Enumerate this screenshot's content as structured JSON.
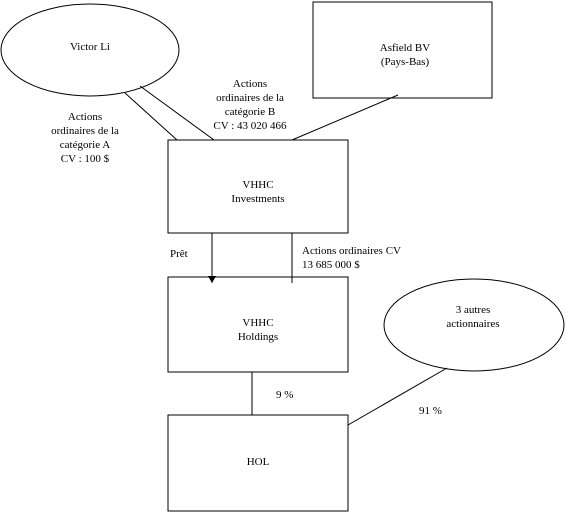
{
  "nodes": {
    "victor_li": {
      "label": "Victor Li"
    },
    "asfield": {
      "lines": [
        "Asfield BV",
        "(Pays-Bas)"
      ]
    },
    "vhhc_investments": {
      "lines": [
        "VHHC",
        "Investments"
      ]
    },
    "vhhc_holdings": {
      "lines": [
        "VHHC",
        "Holdings"
      ]
    },
    "hol": {
      "label": "HOL"
    },
    "autres": {
      "lines": [
        "3 autres",
        "actionnaires"
      ]
    }
  },
  "edges": {
    "class_a": {
      "lines": [
        "Actions",
        "ordinaires de la",
        "catégorie A",
        "CV : 100 $"
      ]
    },
    "class_b": {
      "lines": [
        "Actions",
        "ordinaires de la",
        "catégorie B",
        "CV : 43 020 466"
      ]
    },
    "pret": {
      "label": "Prêt"
    },
    "ordinaires_cv": {
      "lines": [
        "Actions ordinaires CV",
        "13 685 000 $"
      ]
    },
    "pct_holdings": {
      "label": "9 %"
    },
    "pct_autres": {
      "label": "91 %"
    }
  }
}
